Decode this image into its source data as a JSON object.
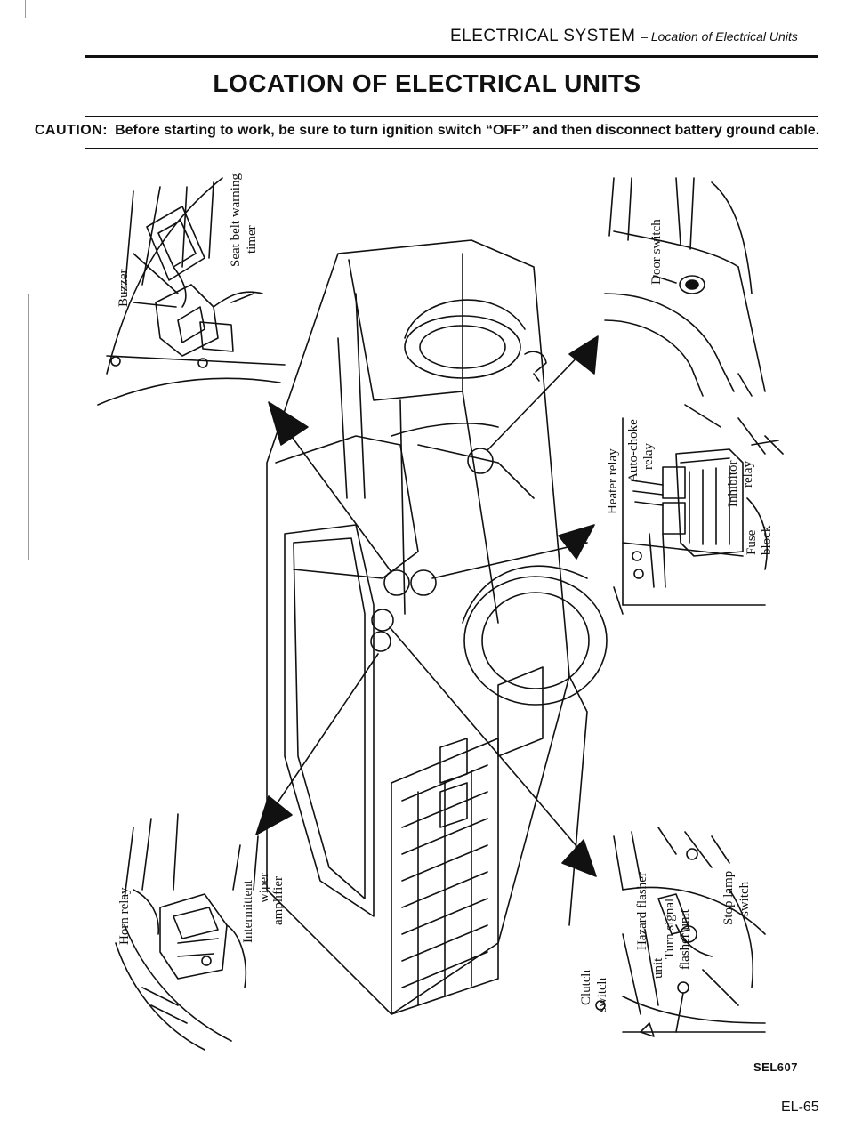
{
  "header": {
    "section": "ELECTRICAL SYSTEM",
    "subsection": "– Location of Electrical Units"
  },
  "title": "LOCATION OF ELECTRICAL UNITS",
  "caution": {
    "label": "CAUTION:",
    "text": "Before starting to work, be sure to turn ignition switch “OFF” and then disconnect battery ground cable."
  },
  "labels": {
    "buzzer": "Buzzer",
    "seat_belt_1": "Seat belt warning",
    "seat_belt_2": "timer",
    "door_switch": "Door switch",
    "heater_relay": "Heater relay",
    "auto_choke_1": "Auto-choke",
    "auto_choke_2": "relay",
    "inhibitor_1": "Inhibitor",
    "inhibitor_2": "relay",
    "fuse_1": "Fuse",
    "fuse_2": "block",
    "horn_relay": "Horn relay",
    "wiper_1": "Intermittent",
    "wiper_2": "wiper",
    "wiper_3": "amplifier",
    "hazard_1": "Hazard flasher",
    "hazard_2": "unit",
    "turn_1": "Turn signal",
    "turn_2": "flasher unit",
    "clutch_1": "Clutch",
    "clutch_2": "switch",
    "stop_1": "Stop lamp",
    "stop_2": "switch"
  },
  "figure_code": "SEL607",
  "page_number": "EL-65"
}
